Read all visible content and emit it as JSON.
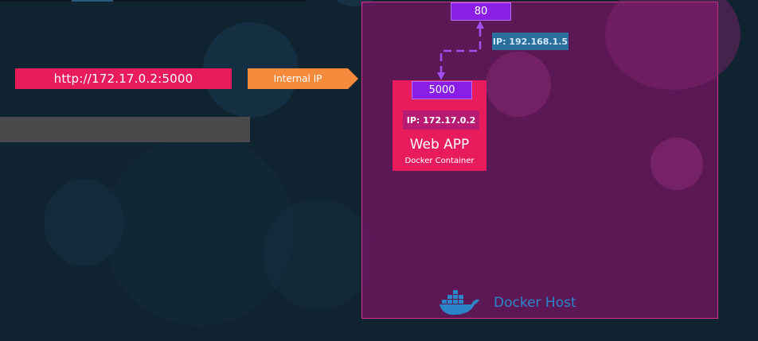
{
  "request_url": "http://172.17.0.2:5000",
  "arrow_label": "Internal IP",
  "docker_host": {
    "label": "Docker Host",
    "ip": "IP: 192.168.1.5",
    "port": "80"
  },
  "container": {
    "port": "5000",
    "ip": "IP: 172.17.0.2",
    "name": "Web APP",
    "type": "Docker Container"
  },
  "colors": {
    "background": "#102330",
    "pink": "#e81c5c",
    "purple_port": "#8a1ee6",
    "host_fill": "#721660",
    "host_border": "#d8338e",
    "orange_arrow": "#f58a3c",
    "ip_blue": "#2a6f9b",
    "docker_blue": "#2a86c8"
  },
  "icons": [
    "docker-whale-icon",
    "arrow-right-shape",
    "dashed-arrow-connector"
  ]
}
